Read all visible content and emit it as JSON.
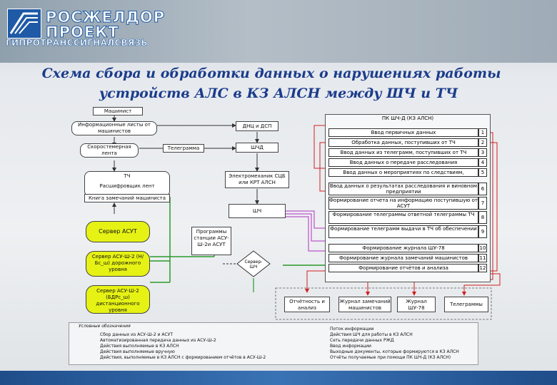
{
  "header": {
    "logo_line1": "РОСЖЕЛДОР",
    "logo_line2": "ПРОЕКТ",
    "logo_sub": "ГИПРОТРАНССИГНАЛСВЯЗЬ"
  },
  "title": {
    "line1": "Схема сбора и обработки данных о нарушениях работы",
    "line2": "устройств АЛС в КЗ АЛСН между ШЧ и ТЧ"
  },
  "left": {
    "machinist": "Машинист",
    "info_from": "Информационные листы от машинистов",
    "speed_tape": "Скоростемерная лента",
    "telegram": "Телеграмма",
    "tch": "ТЧ",
    "decoder": "Расшифровщик лент",
    "book": "Книга замечаний машиниста"
  },
  "mid": {
    "dnc": "ДНЦ и ДСП",
    "shchd": "ШЧД",
    "electromech": "Электромеханик СЦБ или КРТ АЛСН",
    "shch": "ШЧ",
    "programs": "Программы станции АСУ-Ш-2и АСУТ",
    "server_label": "Сервер-ШЧ"
  },
  "servers": {
    "asut": "Сервер АСУТ",
    "asush2_road": "Сервер АСУ-Ш-2 (Н/Бс_ш) дорожного уровня",
    "asush2_dist": "Сервер АСУ-Ш-2 (БДРс_ш) дистанционного уровня"
  },
  "pk": {
    "header": "ПК ШЧ-Д (КЗ АЛСН)",
    "rows": [
      {
        "n": "1",
        "t": "Ввод первичных данных"
      },
      {
        "n": "2",
        "t": "Обработка данных, поступивших от ТЧ"
      },
      {
        "n": "3",
        "t": "Ввод данных из телеграмм, поступивших от ТЧ"
      },
      {
        "n": "4",
        "t": "Ввод данных о передаче расследования"
      },
      {
        "n": "5",
        "t": "Ввод данных о мероприятиях по следствиям, вызванным нарушением"
      },
      {
        "n": "6",
        "t": "Ввод данных о результатах расследования и виновном предприятии"
      },
      {
        "n": "7",
        "t": "Формирование отчета на информацию поступившую от АСУТ"
      },
      {
        "n": "8",
        "t": "Формирование телеграммы ответной телеграммы ТЧ"
      },
      {
        "n": "9",
        "t": "Формирование телеграмм выдачи в ТЧ об обеспечении"
      },
      {
        "n": "10",
        "t": "Формирование журнала ШУ-78"
      },
      {
        "n": "11",
        "t": "Формирование журнала замечаний машинистов"
      },
      {
        "n": "12",
        "t": "Формирование отчётов и анализа"
      }
    ]
  },
  "bottom": {
    "report": "Отчётность и анализ",
    "journal_mach": "Журнал замечаний машинистов",
    "journal_shu": "Журнал ШУ-78",
    "telegram": "Телеграммы"
  },
  "legend": {
    "title": "Условные обозначения",
    "left_items": [
      "Сбор данных из АСУ-Ш-2 и АСУТ",
      "Автоматизированная передача данных из АСУ-Ш-2",
      "Действия выполняемые в КЗ АЛСН",
      "Действия выполняемые вручную",
      "Действия, выполняемые в КЗ АЛСН с формированием отчётов в АСУ-Ш-2"
    ],
    "right_items": [
      "Поток информации",
      "Действия ШЧ для работы в КЗ АЛСН",
      "Сеть передачи данных РЖД",
      "Ввод информации",
      "Выходные документы, которые формируются в КЗ АЛСН",
      "Отчёты получаемые при помощи ПК ШЧ-Д (КЗ АЛСН)"
    ]
  },
  "colors": {
    "title": "#1b3c8c",
    "server_fill": "#e6f214",
    "red_flow": "#d21f1f",
    "purple_flow": "#b030c0",
    "green_flow": "#2a9a2a"
  }
}
